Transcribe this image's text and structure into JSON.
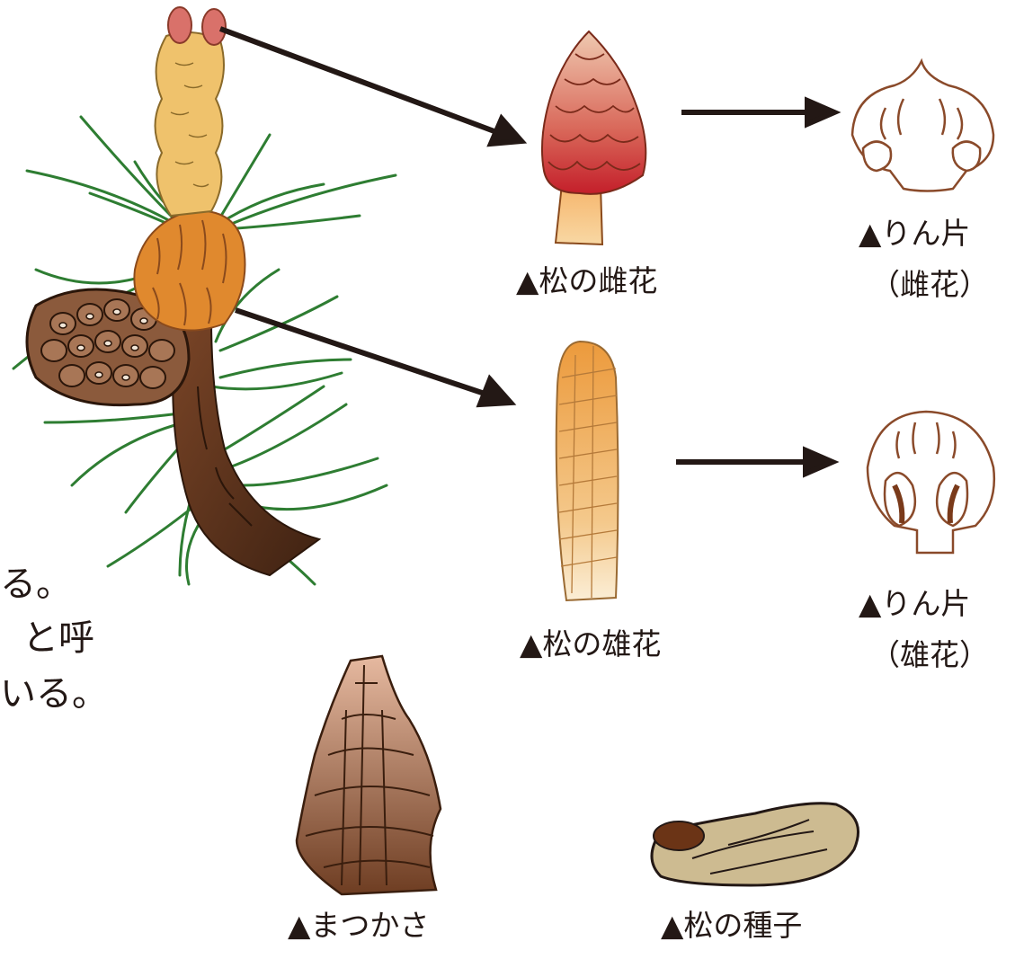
{
  "body_text": {
    "line1": "る。",
    "line2": "と呼",
    "line3": "いる。"
  },
  "labels": {
    "female_flower": "▲松の雌花",
    "male_flower": "▲松の雄花",
    "scale_female": "▲りん片",
    "scale_female_note": "（雌花）",
    "scale_male": "▲りん片",
    "scale_male_note": "（雄花）",
    "pine_cone": "▲まつかさ",
    "pine_seed": "▲松の種子"
  },
  "colors": {
    "needle": "#2e7d32",
    "branch": "#5a3219",
    "arrow": "#231815",
    "scale_outline": "#8a4a2a",
    "cone_brown": "#8b5a3c",
    "female_red": "#c0392b",
    "male_orange": "#e8a04a",
    "seed_tan": "#c9b48a"
  }
}
